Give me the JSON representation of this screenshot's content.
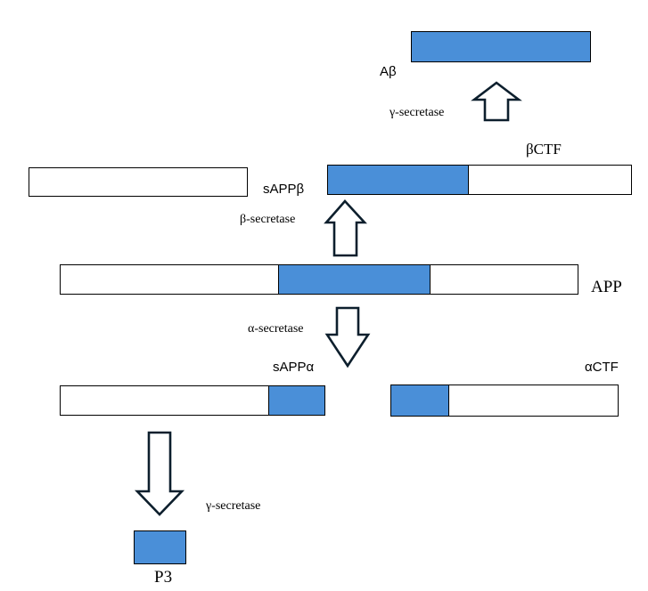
{
  "colors": {
    "segment_fill": "#4a8fd8",
    "outline": "#000000",
    "arrow_stroke": "#0d1f2d"
  },
  "labels": {
    "abeta": "Aβ",
    "gamma_secretase_top": "γ-secretase",
    "beta_ctf": "βCTF",
    "sapp_beta": "sAPPβ",
    "beta_secretase": "β-secretase",
    "app": "APP",
    "alpha_secretase": "α-secretase",
    "sapp_alpha": "sAPPα",
    "alpha_ctf": "αCTF",
    "gamma_secretase_bottom": "γ-secretase",
    "p3": "P3"
  }
}
